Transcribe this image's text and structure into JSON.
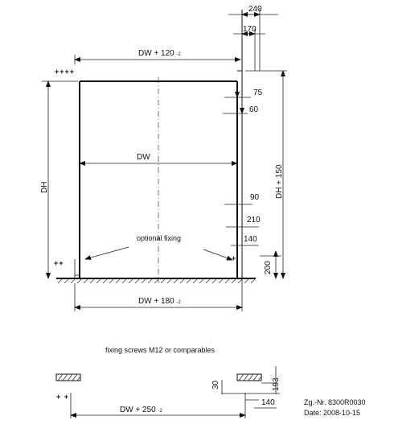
{
  "dimensions": {
    "d240": "240",
    "d170": "170",
    "d75": "75",
    "d60": "60",
    "d90": "90",
    "d210": "210",
    "d140": "140",
    "d200": "200",
    "d30": "30",
    "d193": "193",
    "d140_section": "140",
    "dw_plus_120": "DW + 120",
    "dw_plus_120_suffix": "-2",
    "dw": "DW",
    "dh": "DH",
    "dh_plus_150": "DH + 150",
    "dw_plus_180": "DW + 180",
    "dw_plus_180_suffix": "-2",
    "dw_plus_250": "DW + 250",
    "dw_plus_250_suffix": "-2"
  },
  "markers": {
    "top_left": "++++",
    "bottom_left": "++",
    "bottom_right": "+",
    "section_left": "+ +"
  },
  "notes": {
    "optional_fixing": "optional fixing",
    "fixing_screws": "fixing screws M12 or comparables"
  },
  "meta": {
    "drawing_number": "Zg.-Nr. 8300R0030",
    "date": "Date: 2008-10-15"
  }
}
